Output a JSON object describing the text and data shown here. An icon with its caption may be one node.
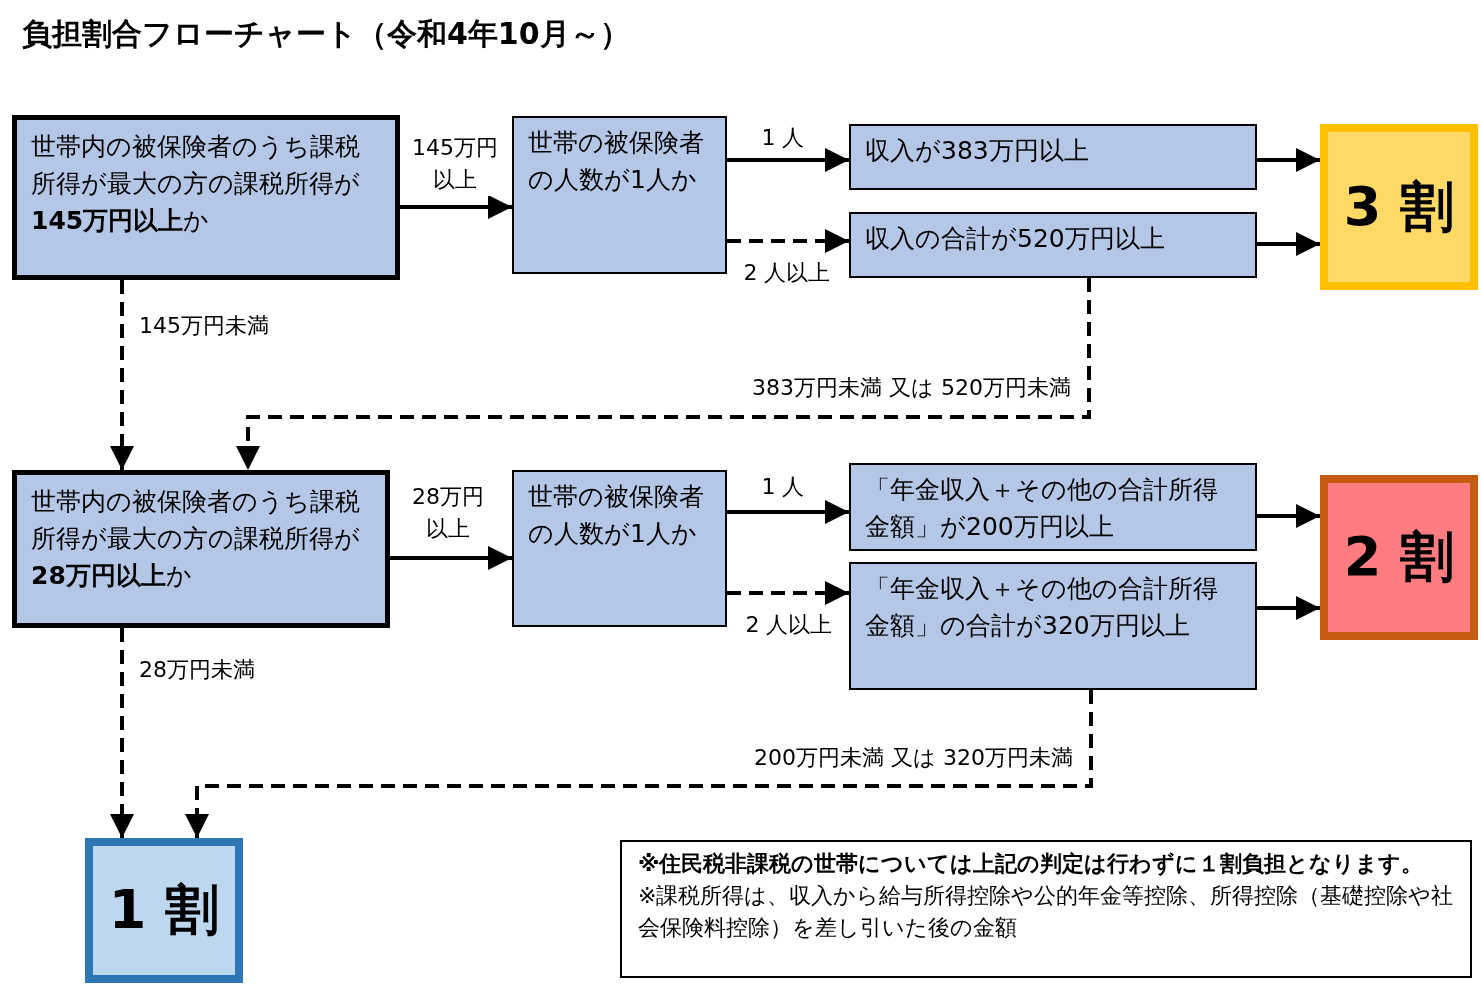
{
  "diagram": {
    "title": "負担割合フローチャート（令和4年10月～）",
    "nodes": [
      {
        "text": [
          "世帯内の被保険者のうち課税所得が最大の方の課税所得が**145万円以上**か"
        ]
      },
      {
        "text": [
          "世帯の被保険者の人数が1人か"
        ]
      },
      {
        "text": [
          "収入が383万円以上"
        ]
      },
      {
        "text": [
          "収入の合計が520万円以上"
        ]
      },
      {
        "text": [
          "3 割"
        ]
      },
      {
        "text": [
          "世帯内の被保険者のうち課税所得が最大の方の課税所得が**28万円以上**か"
        ]
      },
      {
        "text": [
          "世帯の被保険者の人数が1人か"
        ]
      },
      {
        "text": [
          "「年金収入＋その他の合計所得金額」が200万円以上"
        ]
      },
      {
        "text": [
          "「年金収入＋その他の合計所得金額」の合計が320万円以上"
        ]
      },
      {
        "text": [
          "2 割"
        ]
      },
      {
        "text": [
          "1 割"
        ]
      },
      {
        "text": [
          "※住民税非課税の世帯については上記の判定は行わずに１割負担となります。",
          "※課税所得は、収入から給与所得控除や公的年金等控除、所得控除（基礎控除や社会保険料控除）を差し引いた後の金額"
        ]
      }
    ],
    "edges": [
      {
        "from": 0,
        "to": 1,
        "arrow": "to",
        "label": "145万円以上"
      },
      {
        "from": 1,
        "to": 2,
        "arrow": "to",
        "label": "1 人"
      },
      {
        "from": 1,
        "to": 3,
        "arrow": "to",
        "label": "2 人以上",
        "style": "dashed"
      },
      {
        "from": 2,
        "to": 4,
        "arrow": "to"
      },
      {
        "from": 3,
        "to": 4,
        "arrow": "to"
      },
      {
        "from": 0,
        "to": 5,
        "arrow": "to",
        "label": "145万円未満",
        "style": "dashed"
      },
      {
        "from": 3,
        "to": 5,
        "arrow": "to",
        "label": "383万円未満 又は 520万円未満",
        "style": "dashed"
      },
      {
        "from": 5,
        "to": 6,
        "arrow": "to",
        "label": "28万円以上"
      },
      {
        "from": 6,
        "to": 7,
        "arrow": "to",
        "label": "1 人"
      },
      {
        "from": 6,
        "to": 8,
        "arrow": "to",
        "label": "2 人以上",
        "style": "dashed"
      },
      {
        "from": 7,
        "to": 9,
        "arrow": "to"
      },
      {
        "from": 8,
        "to": 9,
        "arrow": "to"
      },
      {
        "from": 5,
        "to": 10,
        "arrow": "to",
        "label": "28万円未満",
        "style": "dashed"
      },
      {
        "from": 8,
        "to": 10,
        "arrow": "to",
        "label": "200万円未満 又は 320万円未満",
        "style": "dashed"
      }
    ]
  }
}
